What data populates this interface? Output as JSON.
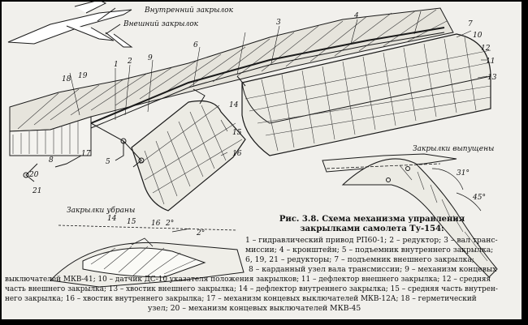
{
  "figure": {
    "title_line1": "Рис. 3.8. Схема механизма управления",
    "title_line2": "закрылками самолета Ту-154:"
  },
  "labels": {
    "inner_flap": "Внутренний закрылок",
    "outer_flap": "Внешний закрылок",
    "flaps_extended": "Закрылки выпущены",
    "flaps_retracted": "Закрылки убраны",
    "angle_31": "31°",
    "angle_45": "45°",
    "angle_2a": "2°",
    "angle_2b": "2°"
  },
  "callouts": [
    "1",
    "2",
    "3",
    "4",
    "5",
    "6",
    "7",
    "8",
    "9",
    "10",
    "11",
    "12",
    "13",
    "14",
    "15",
    "16",
    "17",
    "18",
    "19",
    "20",
    "21"
  ],
  "legend_lines": [
    "1 – гидравлический привод РП60-1; 2 – редуктор; 3 – вал транс-",
    "миссии; 4 – кронштейн; 5 – подъемник внутреннего закрылка;",
    "6, 19, 21 – редукторы; 7 – подъемник внешнего закрылка;",
    "8 – карданный узел вала трансмиссии; 9 – механизм концевых",
    "выключателей МКВ-41; 10 – датчик ДС-10 указателя положения закрылков; 11 – дефлектор внешнего закрылка; 12 – средняя",
    "часть внешнего закрылка; 13 – хвостик внешнего закрылка; 14 – дефлектор внутреннего закрылка; 15 – средняя часть внутрен-",
    "него закрылка; 16 – хвостик внутреннего закрылка; 17 – механизм концевых выключателей МКВ-12А; 18 – герметический",
    "узел; 20 – механизм концевых выключателей МКВ-45"
  ]
}
